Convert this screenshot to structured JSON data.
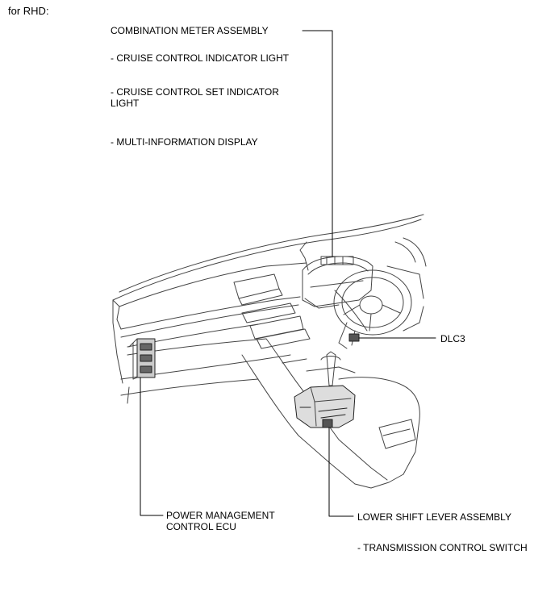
{
  "heading": "for RHD:",
  "labels": {
    "combination_meter": "COMBINATION METER ASSEMBLY",
    "cruise_indicator": "- CRUISE CONTROL INDICATOR LIGHT",
    "cruise_set_line1": "- CRUISE CONTROL SET INDICATOR",
    "cruise_set_line2": "LIGHT",
    "multi_info": "- MULTI-INFORMATION DISPLAY",
    "dlc3": "DLC3",
    "power_mgmt_line1": "POWER MANAGEMENT",
    "power_mgmt_line2": "CONTROL ECU",
    "lower_shift": "LOWER SHIFT LEVER ASSEMBLY",
    "transmission_switch": "- TRANSMISSION CONTROL SWITCH"
  }
}
